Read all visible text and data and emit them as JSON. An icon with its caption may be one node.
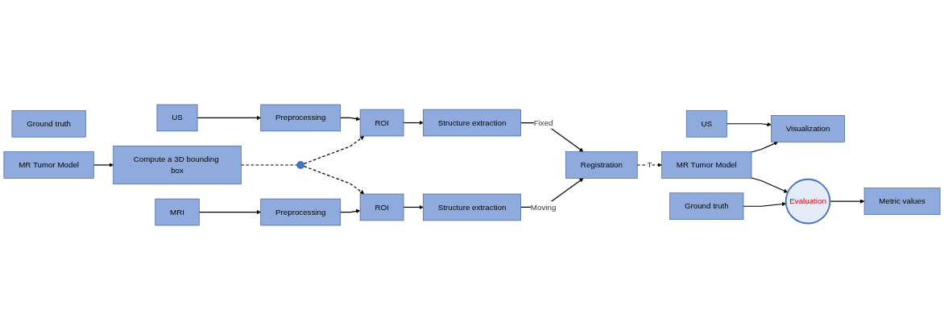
{
  "diagram": {
    "nodes": [
      {
        "text": [
          "US"
        ]
      },
      {
        "text": [
          "Preprocessing"
        ]
      },
      {
        "text": [
          "ROI"
        ]
      },
      {
        "text": [
          "Structure extraction"
        ]
      },
      {
        "text": [
          "Ground truth"
        ]
      },
      {
        "text": [
          "MR Tumor Model"
        ]
      },
      {
        "text": [
          "Compute a 3D bounding box"
        ]
      },
      {
        "text": [],
        "shape": "circle"
      },
      {
        "text": [
          "MRI"
        ]
      },
      {
        "text": [
          "Preprocessing"
        ]
      },
      {
        "text": [
          "ROI"
        ]
      },
      {
        "text": [
          "Structure extraction"
        ]
      },
      {
        "text": [
          "Registration"
        ]
      },
      {
        "text": [
          "MR Tumor Model"
        ]
      },
      {
        "text": [
          "US"
        ]
      },
      {
        "text": [
          "Ground truth"
        ]
      },
      {
        "text": [
          "Visualization"
        ]
      },
      {
        "text": [
          "Evaluation"
        ]
      },
      {
        "text": [
          "Metric values"
        ]
      }
    ],
    "edges": [
      {
        "from": 0,
        "to": 1,
        "arrow": "to"
      },
      {
        "from": 1,
        "to": 2,
        "arrow": "to"
      },
      {
        "from": 2,
        "to": 3,
        "arrow": "to"
      },
      {
        "from": 3,
        "to": 12,
        "arrow": "to",
        "label": "Fixed"
      },
      {
        "from": 5,
        "to": 6,
        "arrow": "to"
      },
      {
        "from": 6,
        "to": 7,
        "arrow": "none",
        "style": "dashed"
      },
      {
        "from": 7,
        "to": 2,
        "arrow": "to",
        "style": "dashed"
      },
      {
        "from": 7,
        "to": 10,
        "arrow": "to",
        "style": "dashed"
      },
      {
        "from": 8,
        "to": 9,
        "arrow": "to"
      },
      {
        "from": 9,
        "to": 10,
        "arrow": "to"
      },
      {
        "from": 10,
        "to": 11,
        "arrow": "to"
      },
      {
        "from": 11,
        "to": 12,
        "arrow": "to",
        "label": "Moving"
      },
      {
        "from": 12,
        "to": 13,
        "arrow": "to",
        "style": "dashed",
        "label": "T"
      },
      {
        "from": 14,
        "to": 16,
        "arrow": "to"
      },
      {
        "from": 13,
        "to": 16,
        "arrow": "to"
      },
      {
        "from": 13,
        "to": 17,
        "arrow": "to"
      },
      {
        "from": 15,
        "to": 17,
        "arrow": "to"
      },
      {
        "from": 17,
        "to": 18,
        "arrow": "to"
      }
    ]
  }
}
